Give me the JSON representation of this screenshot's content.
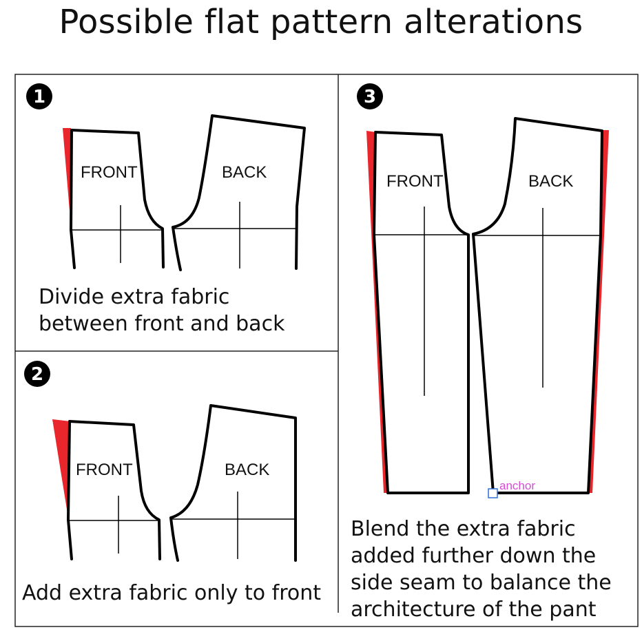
{
  "title": "Possible flat pattern alterations",
  "accent_color": "#e8262b",
  "anchor_color": "#d64bd6",
  "anchor_box_color": "#2f6fd6",
  "panels": [
    {
      "badge": "1",
      "front_label": "FRONT",
      "back_label": "BACK",
      "caption_lines": [
        "Divide extra fabric",
        "between front and back"
      ]
    },
    {
      "badge": "2",
      "front_label": "FRONT",
      "back_label": "BACK",
      "caption_lines": [
        "Add extra fabric only to front"
      ]
    },
    {
      "badge": "3",
      "front_label": "FRONT",
      "back_label": "BACK",
      "anchor_label": "anchor",
      "caption_lines": [
        "Blend the extra fabric",
        "added further down the",
        "side seam to balance the",
        "architecture of the pant"
      ]
    }
  ]
}
